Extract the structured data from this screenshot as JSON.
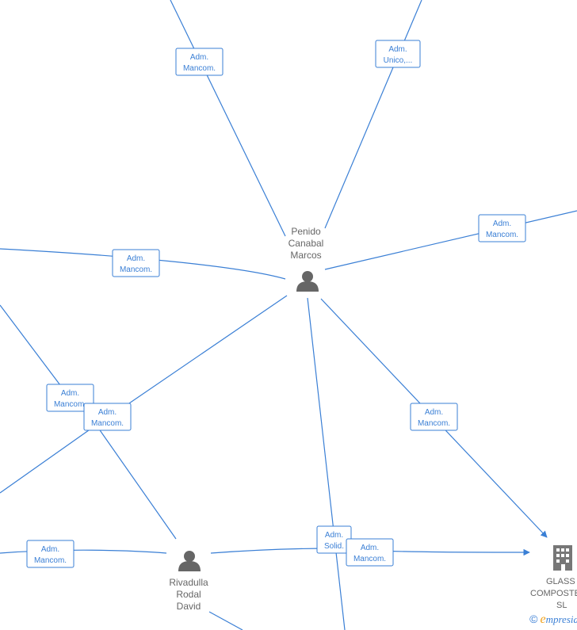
{
  "nodes": {
    "penido": {
      "name_lines": [
        "Penido",
        "Canabal",
        "Marcos"
      ],
      "type": "person"
    },
    "rivadulla": {
      "name_lines": [
        "Rivadulla",
        "Rodal",
        "David"
      ],
      "type": "person"
    },
    "glass": {
      "name_lines": [
        "GLASS",
        "COMPOSTE",
        "SL"
      ],
      "type": "company"
    }
  },
  "edge_labels": [
    [
      "Adm.",
      "Mancom."
    ],
    [
      "Adm.",
      "Unico,..."
    ],
    [
      "Adm.",
      "Mancom."
    ],
    [
      "Adm.",
      "Mancom."
    ],
    [
      "Adm.",
      "Mancom."
    ],
    [
      "Adm.",
      "Mancom."
    ],
    [
      "Adm.",
      "Mancom."
    ],
    [
      "Adm.",
      "Mancom."
    ],
    [
      "Adm.",
      "Solid."
    ],
    [
      "Adm.",
      "Mancom."
    ]
  ],
  "brand": {
    "copyright": "©",
    "e": "e",
    "rest": "mpresia"
  },
  "colors": {
    "edge": "#3a7fd5",
    "node_text": "#666666",
    "brand_e": "#f0a11b"
  }
}
